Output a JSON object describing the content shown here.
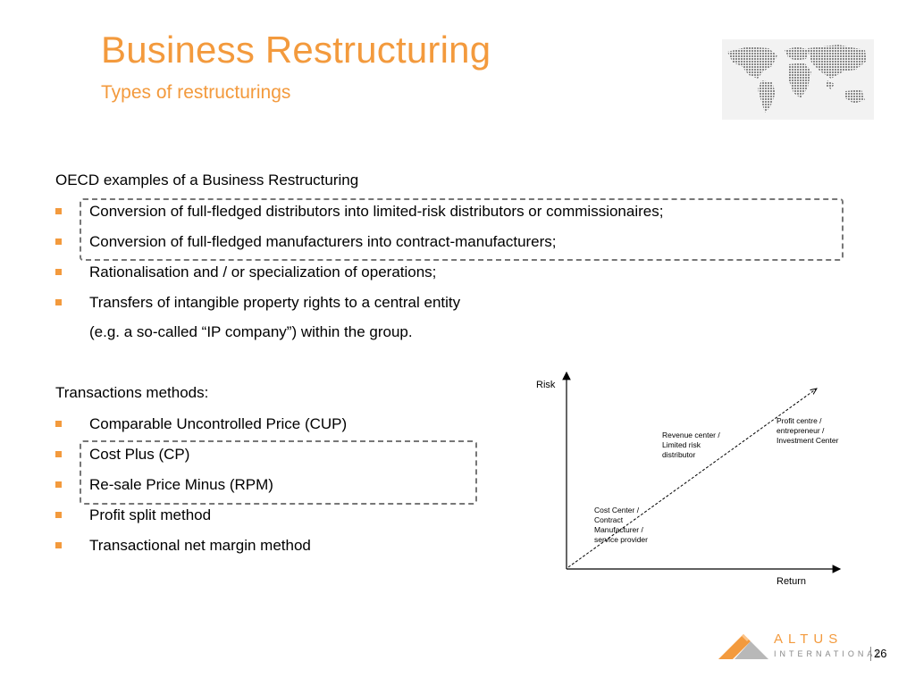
{
  "header": {
    "title": "Business Restructuring",
    "subtitle": "Types of restructurings"
  },
  "section1": {
    "heading": "OECD examples of a Business Restructuring",
    "bullets": [
      "Conversion of full-fledged distributors into limited-risk distributors or commissionaires;",
      "Conversion of full-fledged manufacturers into contract-manufacturers;",
      "Rationalisation and / or specialization of operations;",
      "Transfers of intangible property rights to a central entity"
    ],
    "continuation": "(e.g. a so-called “IP company”) within the group."
  },
  "section2": {
    "heading": "Transactions methods:",
    "bullets": [
      "Comparable Uncontrolled Price (CUP)",
      "Cost Plus (CP)",
      "Re-sale Price Minus (RPM)",
      "Profit split method",
      "Transactional net margin method"
    ]
  },
  "diagram": {
    "y_axis_label": "Risk",
    "x_axis_label": "Return",
    "label_low": [
      "Cost Center /",
      "Contract",
      "Manufacturer /",
      "service provider"
    ],
    "label_mid": [
      "Revenue center /",
      "Limited risk",
      "distributor"
    ],
    "label_high": [
      "Profit centre /",
      "entrepreneur /",
      "Investment Center"
    ]
  },
  "footer": {
    "brand": "ALTUS",
    "brand_sub": "INTERNATIONAL",
    "page_number": "26"
  },
  "colors": {
    "accent": "#F39A3D",
    "dashed_border": "#777777"
  },
  "icons": {
    "map": "world-map-icon",
    "logo": "altus-logo-icon"
  }
}
